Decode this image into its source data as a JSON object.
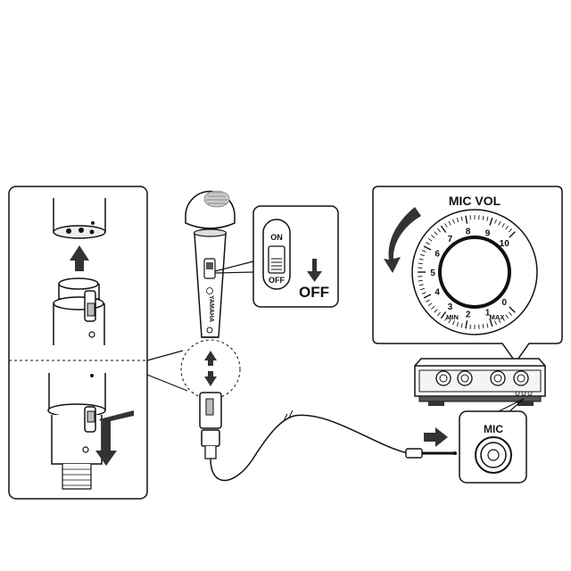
{
  "switch_panel": {
    "on_label": "ON",
    "off_label": "OFF",
    "action_label": "OFF"
  },
  "mic_body": {
    "brand": "YAMAHA"
  },
  "volume_panel": {
    "title": "MIC VOL",
    "ticks": [
      "0",
      "1",
      "2",
      "3",
      "4",
      "5",
      "6",
      "7",
      "8",
      "9",
      "10"
    ],
    "min_label": "MIN",
    "max_label": "MAX"
  },
  "jack_panel": {
    "label": "MIC"
  },
  "colors": {
    "line": "#111111",
    "arrow": "#333333",
    "panel_fill": "#ffffff"
  }
}
